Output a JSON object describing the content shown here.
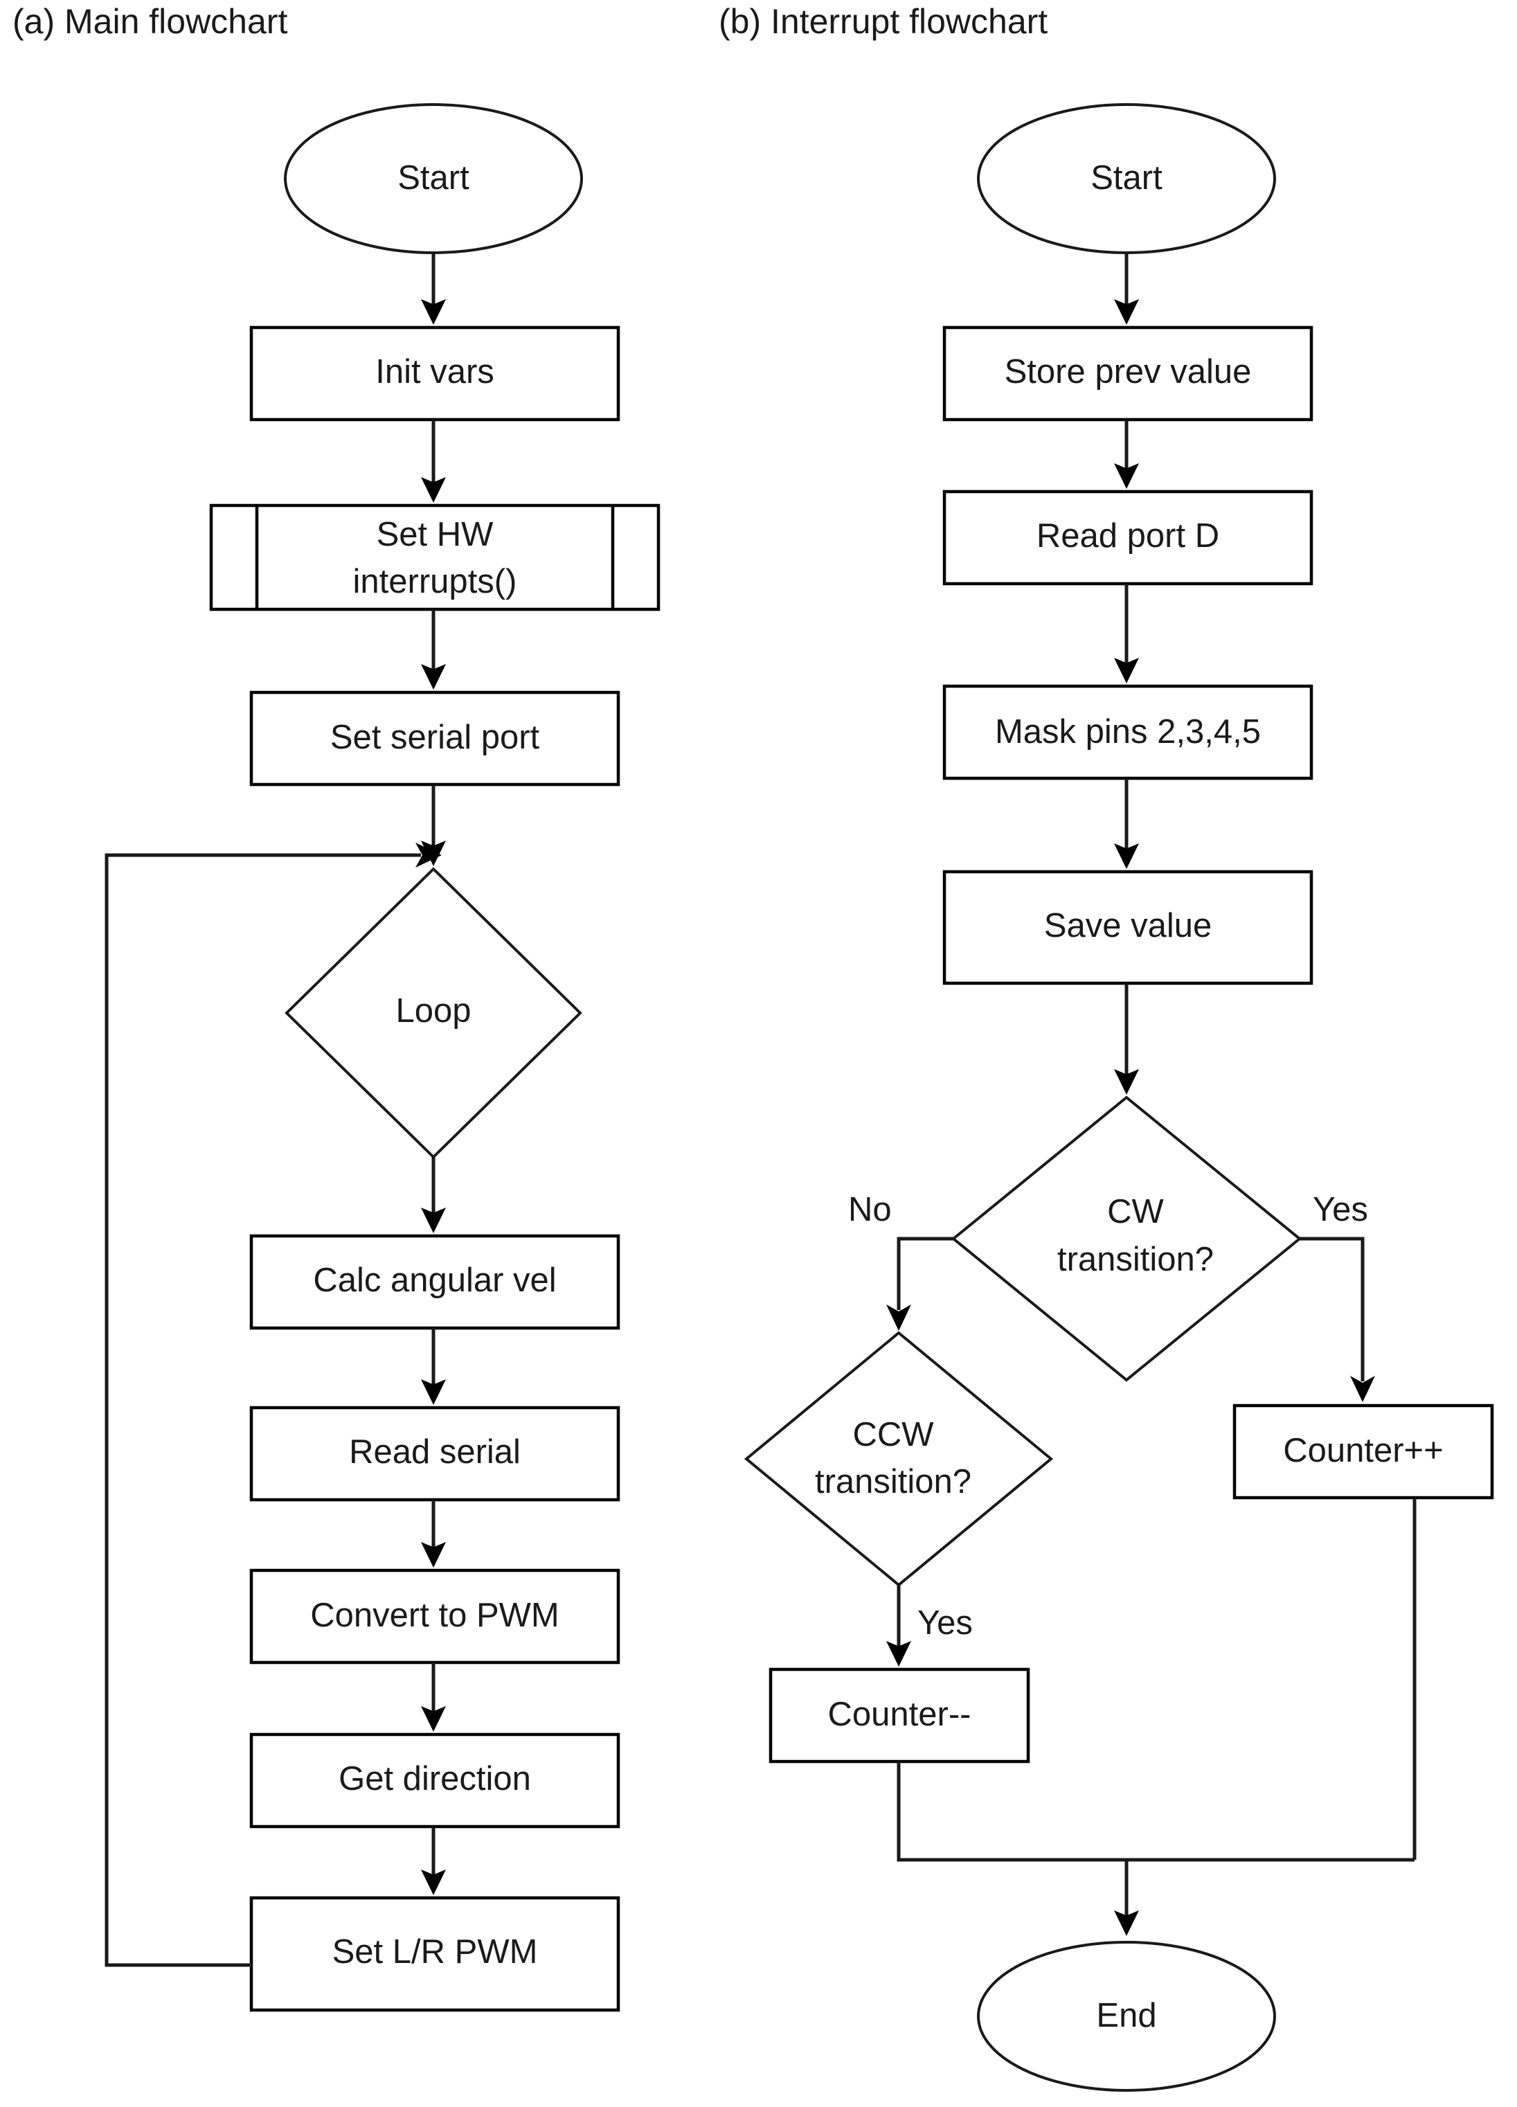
{
  "figure": {
    "panels": [
      {
        "id": "main",
        "caption": "(a) Main flowchart"
      },
      {
        "id": "interrupt",
        "caption": "(b) Interrupt flowchart"
      }
    ]
  },
  "chart_data": {
    "type": "diagram",
    "title": "",
    "diagram_kind": "flowchart",
    "panels": [
      {
        "id": "main",
        "caption": "(a) Main flowchart",
        "nodes": [
          {
            "id": "a-start",
            "label": "Start",
            "shape": "terminator"
          },
          {
            "id": "a-init",
            "label": "Init vars",
            "shape": "process"
          },
          {
            "id": "a-setirq",
            "label": "Set HW interrupts()",
            "shape": "predefined-process"
          },
          {
            "id": "a-serialport",
            "label": "Set serial port",
            "shape": "process"
          },
          {
            "id": "a-loop",
            "label": "Loop",
            "shape": "decision"
          },
          {
            "id": "a-calcvel",
            "label": "Calc angular vel",
            "shape": "process"
          },
          {
            "id": "a-readserial",
            "label": "Read serial",
            "shape": "process"
          },
          {
            "id": "a-convertpwm",
            "label": "Convert to PWM",
            "shape": "process"
          },
          {
            "id": "a-getdir",
            "label": "Get direction",
            "shape": "process"
          },
          {
            "id": "a-setlrpwm",
            "label": "Set L/R PWM",
            "shape": "process"
          }
        ],
        "edges": [
          {
            "from": "a-start",
            "to": "a-init",
            "label": ""
          },
          {
            "from": "a-init",
            "to": "a-setirq",
            "label": ""
          },
          {
            "from": "a-setirq",
            "to": "a-serialport",
            "label": ""
          },
          {
            "from": "a-serialport",
            "to": "a-loop",
            "label": ""
          },
          {
            "from": "a-loop",
            "to": "a-calcvel",
            "label": ""
          },
          {
            "from": "a-calcvel",
            "to": "a-readserial",
            "label": ""
          },
          {
            "from": "a-readserial",
            "to": "a-convertpwm",
            "label": ""
          },
          {
            "from": "a-convertpwm",
            "to": "a-getdir",
            "label": ""
          },
          {
            "from": "a-getdir",
            "to": "a-setlrpwm",
            "label": ""
          },
          {
            "from": "a-setlrpwm",
            "to": "a-loop",
            "label": "",
            "style": "feedback-left"
          }
        ]
      },
      {
        "id": "interrupt",
        "caption": "(b) Interrupt flowchart",
        "nodes": [
          {
            "id": "b-start",
            "label": "Start",
            "shape": "terminator"
          },
          {
            "id": "b-storeprev",
            "label": "Store prev value",
            "shape": "process"
          },
          {
            "id": "b-readport",
            "label": "Read port D",
            "shape": "process"
          },
          {
            "id": "b-maskpins",
            "label": "Mask pins 2,3,4,5",
            "shape": "process"
          },
          {
            "id": "b-savevalue",
            "label": "Save value",
            "shape": "process"
          },
          {
            "id": "b-cw",
            "label": "CW transition?",
            "shape": "decision"
          },
          {
            "id": "b-ccw",
            "label": "CCW transition?",
            "shape": "decision"
          },
          {
            "id": "b-incr",
            "label": "Counter++",
            "shape": "process"
          },
          {
            "id": "b-decr",
            "label": "Counter--",
            "shape": "process"
          },
          {
            "id": "b-end",
            "label": "End",
            "shape": "terminator"
          }
        ],
        "edges": [
          {
            "from": "b-start",
            "to": "b-storeprev",
            "label": ""
          },
          {
            "from": "b-storeprev",
            "to": "b-readport",
            "label": ""
          },
          {
            "from": "b-readport",
            "to": "b-maskpins",
            "label": ""
          },
          {
            "from": "b-maskpins",
            "to": "b-savevalue",
            "label": ""
          },
          {
            "from": "b-savevalue",
            "to": "b-cw",
            "label": ""
          },
          {
            "from": "b-cw",
            "to": "b-ccw",
            "label": "No"
          },
          {
            "from": "b-cw",
            "to": "b-incr",
            "label": "Yes"
          },
          {
            "from": "b-ccw",
            "to": "b-decr",
            "label": "Yes"
          },
          {
            "from": "b-incr",
            "to": "b-end",
            "label": ""
          },
          {
            "from": "b-decr",
            "to": "b-end",
            "label": ""
          }
        ]
      }
    ]
  },
  "main": {
    "caption": "(a) Main flowchart",
    "nodes": {
      "start": "Start",
      "init": "Init vars",
      "set_irq_l1": "Set HW",
      "set_irq_l2": "interrupts()",
      "serial_port": "Set serial port",
      "loop": "Loop",
      "calc_vel": "Calc angular vel",
      "read_serial": "Read serial",
      "convert_pwm": "Convert to PWM",
      "get_dir": "Get direction",
      "set_lr_pwm": "Set L/R PWM"
    }
  },
  "interrupt": {
    "caption": "(b) Interrupt flowchart",
    "nodes": {
      "start": "Start",
      "store_prev": "Store prev value",
      "read_port": "Read port D",
      "mask_pins": "Mask pins 2,3,4,5",
      "save_value": "Save value",
      "cw_l1": "CW",
      "cw_l2": "transition?",
      "ccw_l1": "CCW",
      "ccw_l2": "transition?",
      "counter_inc": "Counter++",
      "counter_dec": "Counter--",
      "end": "End"
    },
    "branches": {
      "cw_no": "No",
      "cw_yes": "Yes",
      "ccw_yes": "Yes"
    }
  },
  "colors": {
    "stroke": "#1a1a1a",
    "fill": "#ffffff",
    "text": "#1a1a1a"
  }
}
